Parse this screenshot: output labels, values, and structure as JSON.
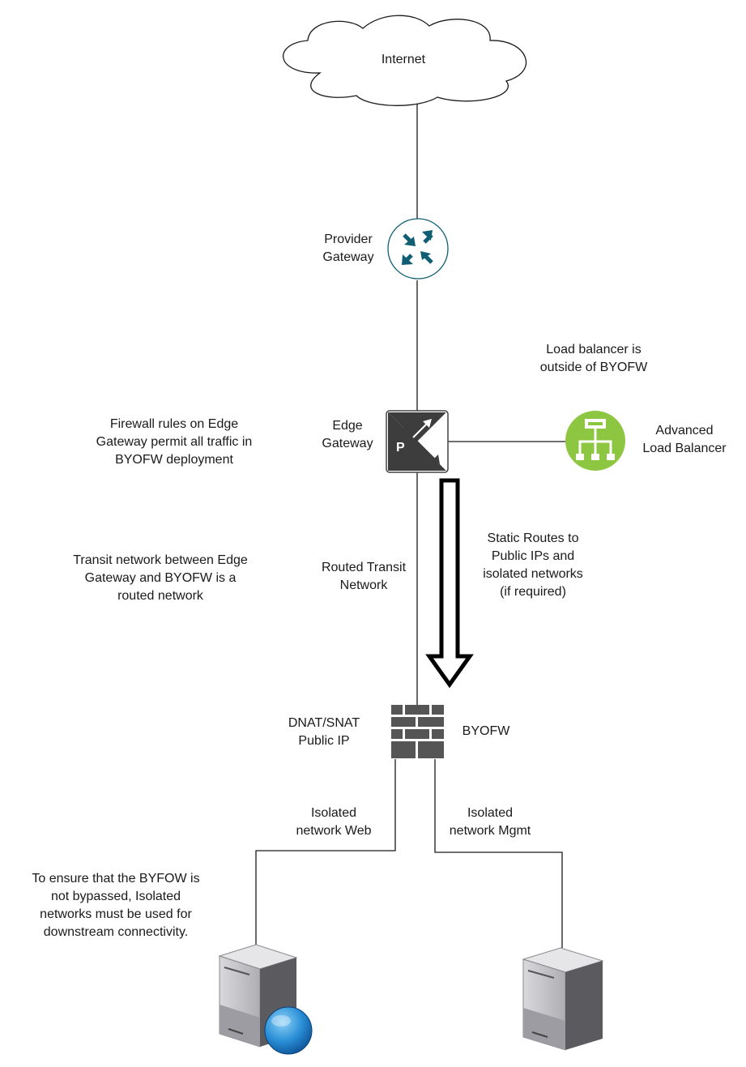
{
  "internet": {
    "label": "Internet"
  },
  "provider_gateway": {
    "lines": [
      "Provider",
      "Gateway"
    ],
    "icon": "router-icon"
  },
  "load_balancer_note": {
    "lines": [
      "Load balancer is",
      "outside of BYOFW"
    ]
  },
  "firewall_note": {
    "lines": [
      "Firewall rules on Edge",
      "Gateway permit all traffic in",
      "BYOFW deployment"
    ]
  },
  "edge_gateway": {
    "lines": [
      "Edge",
      "Gateway"
    ],
    "badge_p": "P",
    "badge_v": "V",
    "icon": "edge-gateway-icon"
  },
  "advanced_lb": {
    "lines": [
      "Advanced",
      "Load Balancer"
    ],
    "icon": "load-balancer-icon",
    "color": "#8dc641"
  },
  "transit_note": {
    "lines": [
      "Transit network between Edge",
      "Gateway and BYOFW is a",
      "routed network"
    ]
  },
  "routed_transit": {
    "lines": [
      "Routed Transit",
      "Network"
    ]
  },
  "static_routes": {
    "lines": [
      "Static Routes to",
      "Public IPs and",
      "isolated networks",
      "(if required)"
    ]
  },
  "dnat": {
    "lines": [
      "DNAT/SNAT",
      "Public IP"
    ]
  },
  "byofw": {
    "label": "BYOFW",
    "icon": "firewall-brick-icon"
  },
  "iso_web": {
    "lines": [
      "Isolated",
      "network Web"
    ]
  },
  "iso_mgmt": {
    "lines": [
      "Isolated",
      "network Mgmt"
    ]
  },
  "bypass_note": {
    "lines": [
      "To ensure that the BYFOW is",
      "not bypassed, Isolated",
      "networks must be used for",
      "downstream connectivity."
    ]
  },
  "web_server": {
    "icon": "web-server-icon"
  },
  "mgmt_server": {
    "icon": "server-icon"
  }
}
